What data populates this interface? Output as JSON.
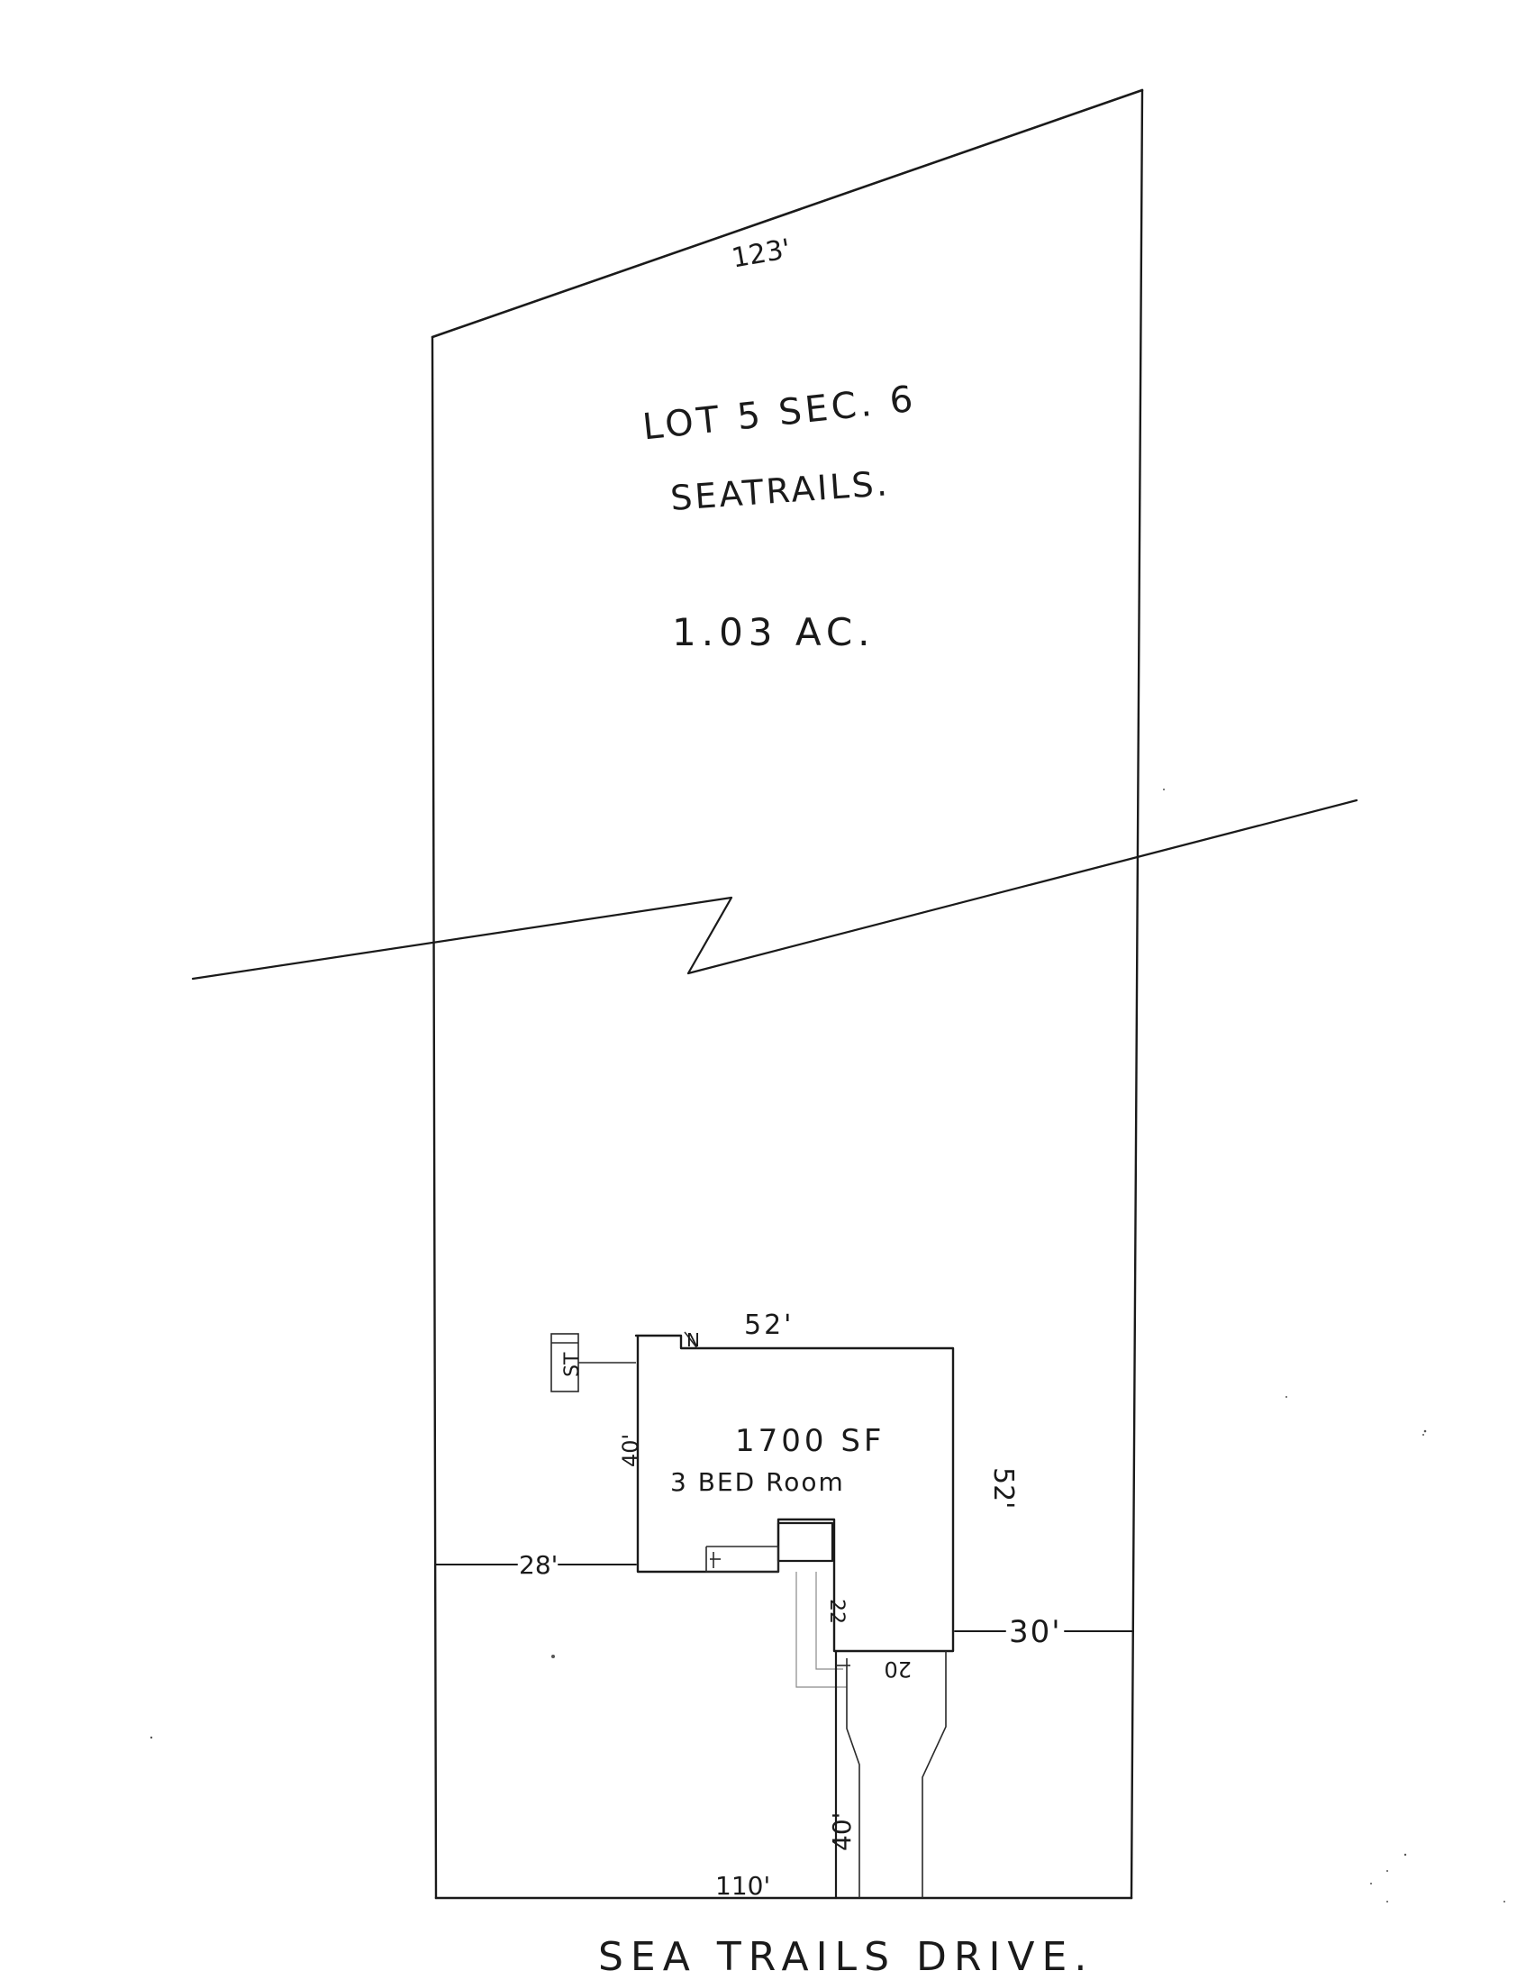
{
  "lot": {
    "top_dimension": "123'",
    "lot_label": "LOT 5  SEC. 6",
    "subdivision": "SEATRAILS.",
    "acreage": "1.03 AC.",
    "bottom_dimension": "110'"
  },
  "house": {
    "area": "1700 SF",
    "bedrooms": "3 BED Room",
    "top_dimension": "52'",
    "right_dimension": "52'",
    "left_dimension": "40'",
    "notch_dimension": "22",
    "bottom_dimension": "20",
    "north_marker": "N"
  },
  "setbacks": {
    "left": "28'",
    "right": "30'",
    "driveway": "40'"
  },
  "septic_tank": {
    "label": "ST"
  },
  "road": {
    "name": "SEA  TRAILS  DRIVE."
  }
}
